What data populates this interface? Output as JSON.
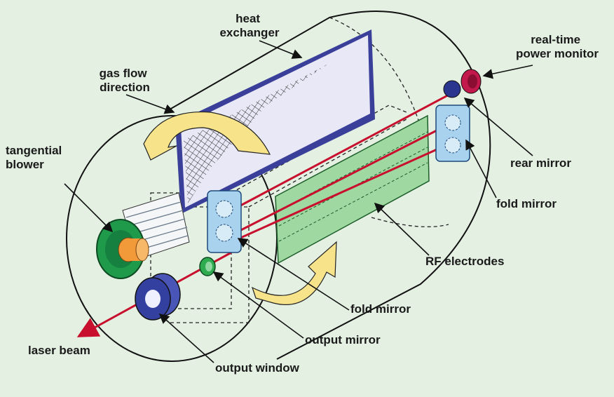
{
  "labels": {
    "heat_exchanger": [
      "heat",
      "exchanger"
    ],
    "gas_flow_direction": [
      "gas flow",
      "direction"
    ],
    "real_time_power_monitor": [
      "real-time",
      "power monitor"
    ],
    "tangential_blower": [
      "tangential",
      "blower"
    ],
    "rear_mirror": "rear mirror",
    "fold_mirror_right": "fold mirror",
    "rf_electrodes": "RF electrodes",
    "fold_mirror_bottom": "fold mirror",
    "output_mirror": "output mirror",
    "laser_beam": "laser beam",
    "output_window": "output window"
  },
  "colors": {
    "background": "#e3f0e2",
    "laser_beam": "#c8102e",
    "heat_exchanger_panel": "#e9e8f6",
    "heat_exchanger_frame": "#3a3f9a",
    "rf_electrodes": "#9fd8a0",
    "mirror_blue": "#a9d2ee",
    "gas_flow_arrow": "#f6e38a",
    "blower_green": "#1f9a4a",
    "blower_core": "#f29a3a",
    "output_window": "#3340a0",
    "power_monitor": "#c2184b"
  }
}
